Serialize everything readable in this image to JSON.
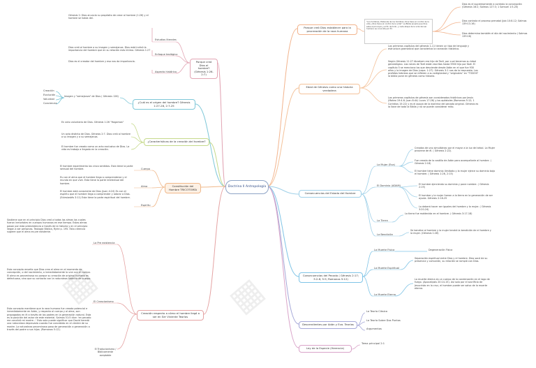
{
  "center": "Doctrina Il Antropología",
  "branches": {
    "creation": {
      "title": "Porque creó Dios al hombre? (Génesis 1:26-2:7) ",
      "nodes": [
        "Génesis 2: Dios anuncia su propósito de crear al hombre (1:26) y el hombre se habla del.",
        "Dios creó al hombre a su imagen y semejanza. Dios está indicó la importancia del hombre que en su relación más íntima. Génesis 1:27",
        "Dios es el creador del hombre y eso nos da importancia."
      ],
      "sub_labels": [
        "Estudios literales",
        "Enfoque teológico",
        "Aspecto histórico"
      ]
    },
    "origin": {
      "title": "¿Cuál es el origen del hombre? Génesis 1:27-28, 2:7-25",
      "items": [
        "Creación",
        "Evolución",
        "Voluntad",
        "Conciencia"
      ],
      "node": "Imagen y \"semejanza\" de Dios ( Génesis 126)"
    },
    "characteristics": {
      "title": "¿Características de la creación del hombre?",
      "nodes": [
        "En acto voluntario de Dios. Génesis 1:26 \"Hagamos\"",
        "Un acto distinto de Dios. Génesis 2:7. Dios creó al hombre a su imagen y a su semejanza.",
        "El hombre fue creado como un acto exclusivo de Dios. La vida es trabajo a llegado en la creación."
      ]
    },
    "constitution": {
      "title": "Constitución del Hombre TRICOTOMÍA",
      "sub_labels": [
        "Cuerpo",
        "Alma",
        "Espíritu"
      ],
      "nodes": [
        "El hombre experimenta los cinco sentidos. Esta tiene la parte sensual del hombre.",
        "Es con el alma que el hombre llega a comprenderse y el mundo en que vive. Esta tiene la parte intelectual del hombre.",
        "El hombre está consciente de Dios (Juan 4:24) Es con el espíritu que el hombre llega a comprender y adorar a Dios. (Eclesiastés 3:11) Esta tiene la parte espiritual del hombre."
      ]
    },
    "theories": {
      "title": "Creación respecto a cómo el hombre llegó a ser en Ser Viviente Teorías",
      "sub_labels": [
        "La Pre existencia",
        "El Creacionismo",
        "El Traducionismo / Biblicamente aceptable"
      ],
      "nodes": [
        "Sostiene que en el principio Dios creó a todas las almas los cuales fueron inmortales en cuerpos humanos en ese tiempo. Estas almas pasan por esta preexistencia a través de la historia y en el principio llegan a ser personas. Teología Bíblica, Ryrie p. 195. Esta creencia sugiere que el alma es pre existente.",
        "Esta concepto enseña que Dios crea el alma en el momento de concepción, o del nacimiento, o inmediatamente lo une con el cuerpo. El alma es pecaminosa no porque su creación de original humano es defectuoso, sino que su contacto con la naturaleza Adánica de cuerpo.",
        "Esta concepto mantiene que la raza humana fue creada potencial e inmediatamente en Adán, y respecto al cuerpo y al alma, son propagados en él a través de los padres en la generación natural. Esta es la posición del autor de este material. Salmos 51:5 dice: 'en pecado me concibió mi madre...' Esto solo puede significar que David heredó una naturaleza depravada cuando fue concebido en el vientre de su madre. La naturaleza pecaminosa pasa de generación a generación a través del padre a sus hijos. (Romanos 5:12)."
      ]
    },
    "purpose": {
      "title": "Porque creó Dios establecer para la procreación de la raza humana",
      "nodes": [
        "Dios es el supremamente a controlo la concepción (Génesis 16:2; Salmos 127:3; 1 Samuel 1:5-20)",
        "Dios controla el proceso prenatal (Job 10:8-12; Salmos 139:13-16)",
        "Dios determina también el día del nacimiento ( Salmos 139:16)"
      ],
      "box": "\"Los hombres, Pretende de los hombres, Dios tiene el control de la vida, ¡Dios tiene el control de la vida!\" La Biblia enseña que Dios sabe el principio y el fin de todo, y cada etapa de la vida del ser humano es conocida por Él."
    },
    "age": {
      "title": "Edad de Génesis como una historia verdadera",
      "nodes": [
        "Los primeros capítulos del génesis 1-11 tienen un tipo de lenguaje y estructura gramatical que caracteriza la narración histórica.",
        "Según Génesis 11:27 Abraham era hijo de Taré, por cual tenemos su árbol genealógico. Las raíces de Taré están escritas hasta 5900 hijo por Noé. El capítulo 5 se menciona los que desciende desde Adán en el que fue 930 años y la imagen de Dios (capa. 1:27). Génesis 3:1 nos da la respuesta. Los profetas hebreos que se refieren a su antigüedad y \"originales\" en \"TODOS\" la biblia pone en génesis como historia.",
        "Los primeros capítulos de génesis son considerados históricos por Jesús (Mateo 19:4-6; Juan 8:44; Lucas 17:26) y los apóstoles (Romanos 5:12; 1 Corintios 15:22) y es el apoyo de la doctrina del pecado original. Génesis es la llave de toda la Biblia y no se puede considerar mito."
      ]
    },
    "state": {
      "title": "Consecuencias del Estado del Hombre",
      "sub_labels": [
        "La Mujer (Eva)",
        "El Dominio (ADAM)",
        "La Tierra",
        "La Bendición"
      ],
      "nodes": [
        "Creados de uno simultáneo por el mayor a la luz del árbol. La Mujer proviene de él. ( Génesis 2:22).",
        "Fue creada de la costilla de Adán para acompañarle al hombre. ( Génesis 2:18)",
        "El hombre tiene dominio ilimitado y la mujer ejerce su dominio bajo el hombre. ( Génesis 1:26, 2:15)",
        "El hombre ejerciendo su dominio y pone nombre. ( Génesis 2:19)",
        "El hombre y la mujer fueron a la tierra en la generación de ser ayuda. Génesis 2:18-25",
        "La deberá hacer ser iguales del hombre y la mujer. ( Génesis 3:20-24)",
        "La tierra fue maldecida en el hombre. ( Génesis 3:17-18)",
        "Se bendice al hombre y la mujer tendrá la bendición de el hombre y la mujer. (Génesis 1:28)"
      ]
    },
    "consequences": {
      "title": "Consecuencias del Pecado ( Génesis 2:17; 3:2-6; 5:5; Romanos 5:12)",
      "sub_labels": [
        "La Muerte Física",
        "La Muerte Espiritual",
        "La Muerte Eterna"
      ],
      "nodes": [
        "Degeneración Física",
        "Separación espiritual entre Dios y el hombre. Dios sacó de su presencia y comunión, su relación se rompió con Dios.",
        "La muerte eterna es un cuerpo de la condenación en el lago de fuego. (Apocalipsis 20:14-15). Así solo por el sacrificio de Jesucristo en la cruz, el hombre puede ser salvo de la muerte eterna."
      ]
    },
    "descendants": {
      "title": "Descendientes por Adán y Eva. Teorías",
      "items": [
        "La Teoría Clásica",
        "La Teoría Sobre Dos Puntos",
        "Argumentos"
      ]
    },
    "law": {
      "title": "Ley de la Especie (Herencia)",
      "item": "Tema principal 2:1"
    }
  }
}
